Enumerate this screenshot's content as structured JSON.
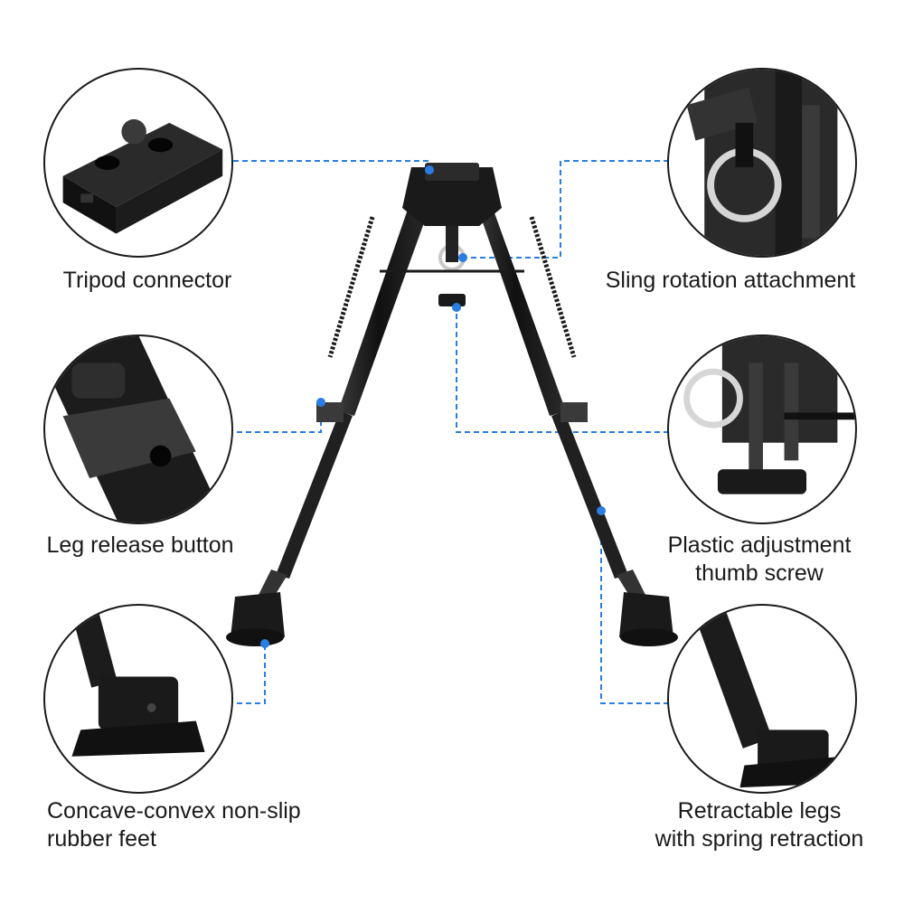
{
  "colors": {
    "accent": "#2a7de1",
    "metal": "#1c1c1c",
    "metal_light": "#555555",
    "ring": "#c8c8c8"
  },
  "callouts": {
    "tripod_connector": {
      "lines": [
        "Tripod connector"
      ],
      "icon": "tripod-connector-detail"
    },
    "sling_rotation": {
      "lines": [
        "Sling rotation attachment"
      ],
      "icon": "sling-swivel-detail"
    },
    "leg_release": {
      "lines": [
        "Leg release button"
      ],
      "icon": "leg-release-detail"
    },
    "thumb_screw": {
      "lines": [
        "Plastic adjustment",
        "thumb screw"
      ],
      "icon": "thumb-screw-detail"
    },
    "rubber_feet": {
      "lines": [
        "Concave-convex non-slip",
        "rubber feet"
      ],
      "icon": "rubber-foot-detail"
    },
    "retractable_legs": {
      "lines": [
        "Retractable legs",
        "with spring retraction"
      ],
      "icon": "retractable-leg-detail"
    }
  }
}
